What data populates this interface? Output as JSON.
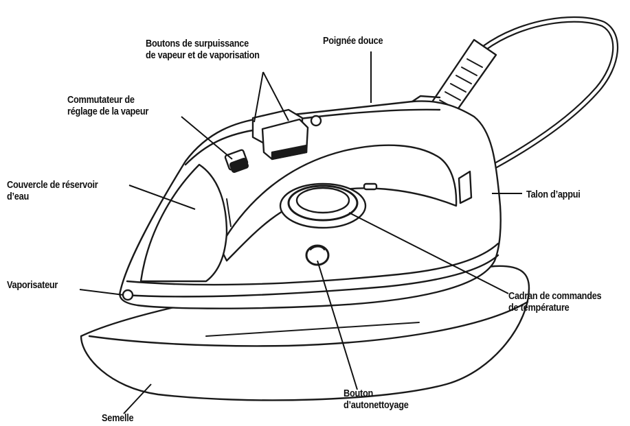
{
  "diagram": {
    "labels": {
      "boost": [
        "Boutons de surpuissance",
        "de vapeur et de vaporisation"
      ],
      "handle": [
        "Poignée douce"
      ],
      "steam_switch": [
        "Commutateur de",
        "réglage de la vapeur"
      ],
      "tank_cover": [
        "Couvercle de réservoir",
        "d’eau"
      ],
      "heel": [
        "Talon d’appui"
      ],
      "sprayer": [
        "Vaporisateur"
      ],
      "temp_dial": [
        "Cadran de commandes",
        "de température"
      ],
      "self_clean": [
        "Bouton",
        "d’autonettoyage"
      ],
      "soleplate": [
        "Semelle"
      ]
    }
  }
}
